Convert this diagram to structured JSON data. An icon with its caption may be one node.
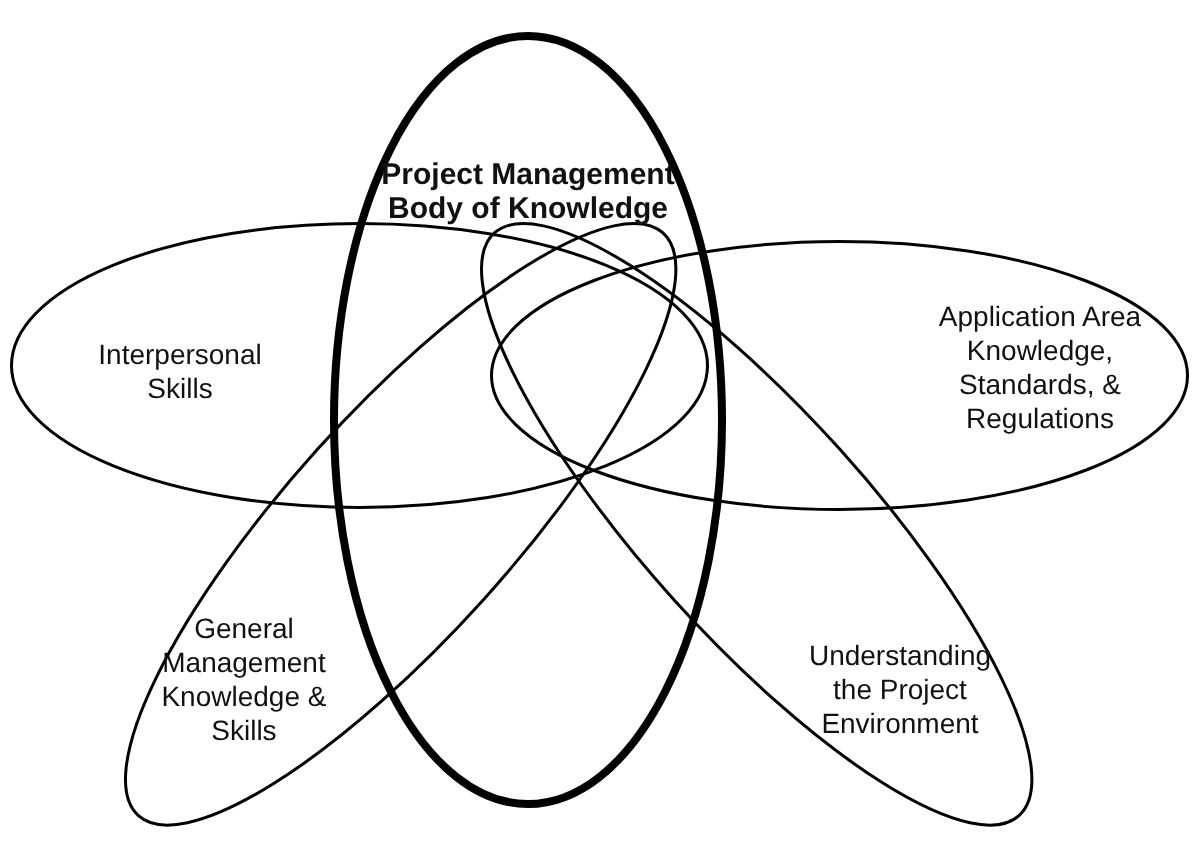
{
  "diagram": {
    "nodes": [
      {
        "text": [
          "Project Management Body of Knowledge"
        ]
      },
      {
        "text": [
          "Interpersonal Skills"
        ]
      },
      {
        "text": [
          "Application Area Knowledge, Standards, & Regulations"
        ]
      },
      {
        "text": [
          "General Management Knowledge & Skills"
        ]
      },
      {
        "text": [
          "Understanding the Project Environment"
        ]
      }
    ],
    "edges": []
  }
}
